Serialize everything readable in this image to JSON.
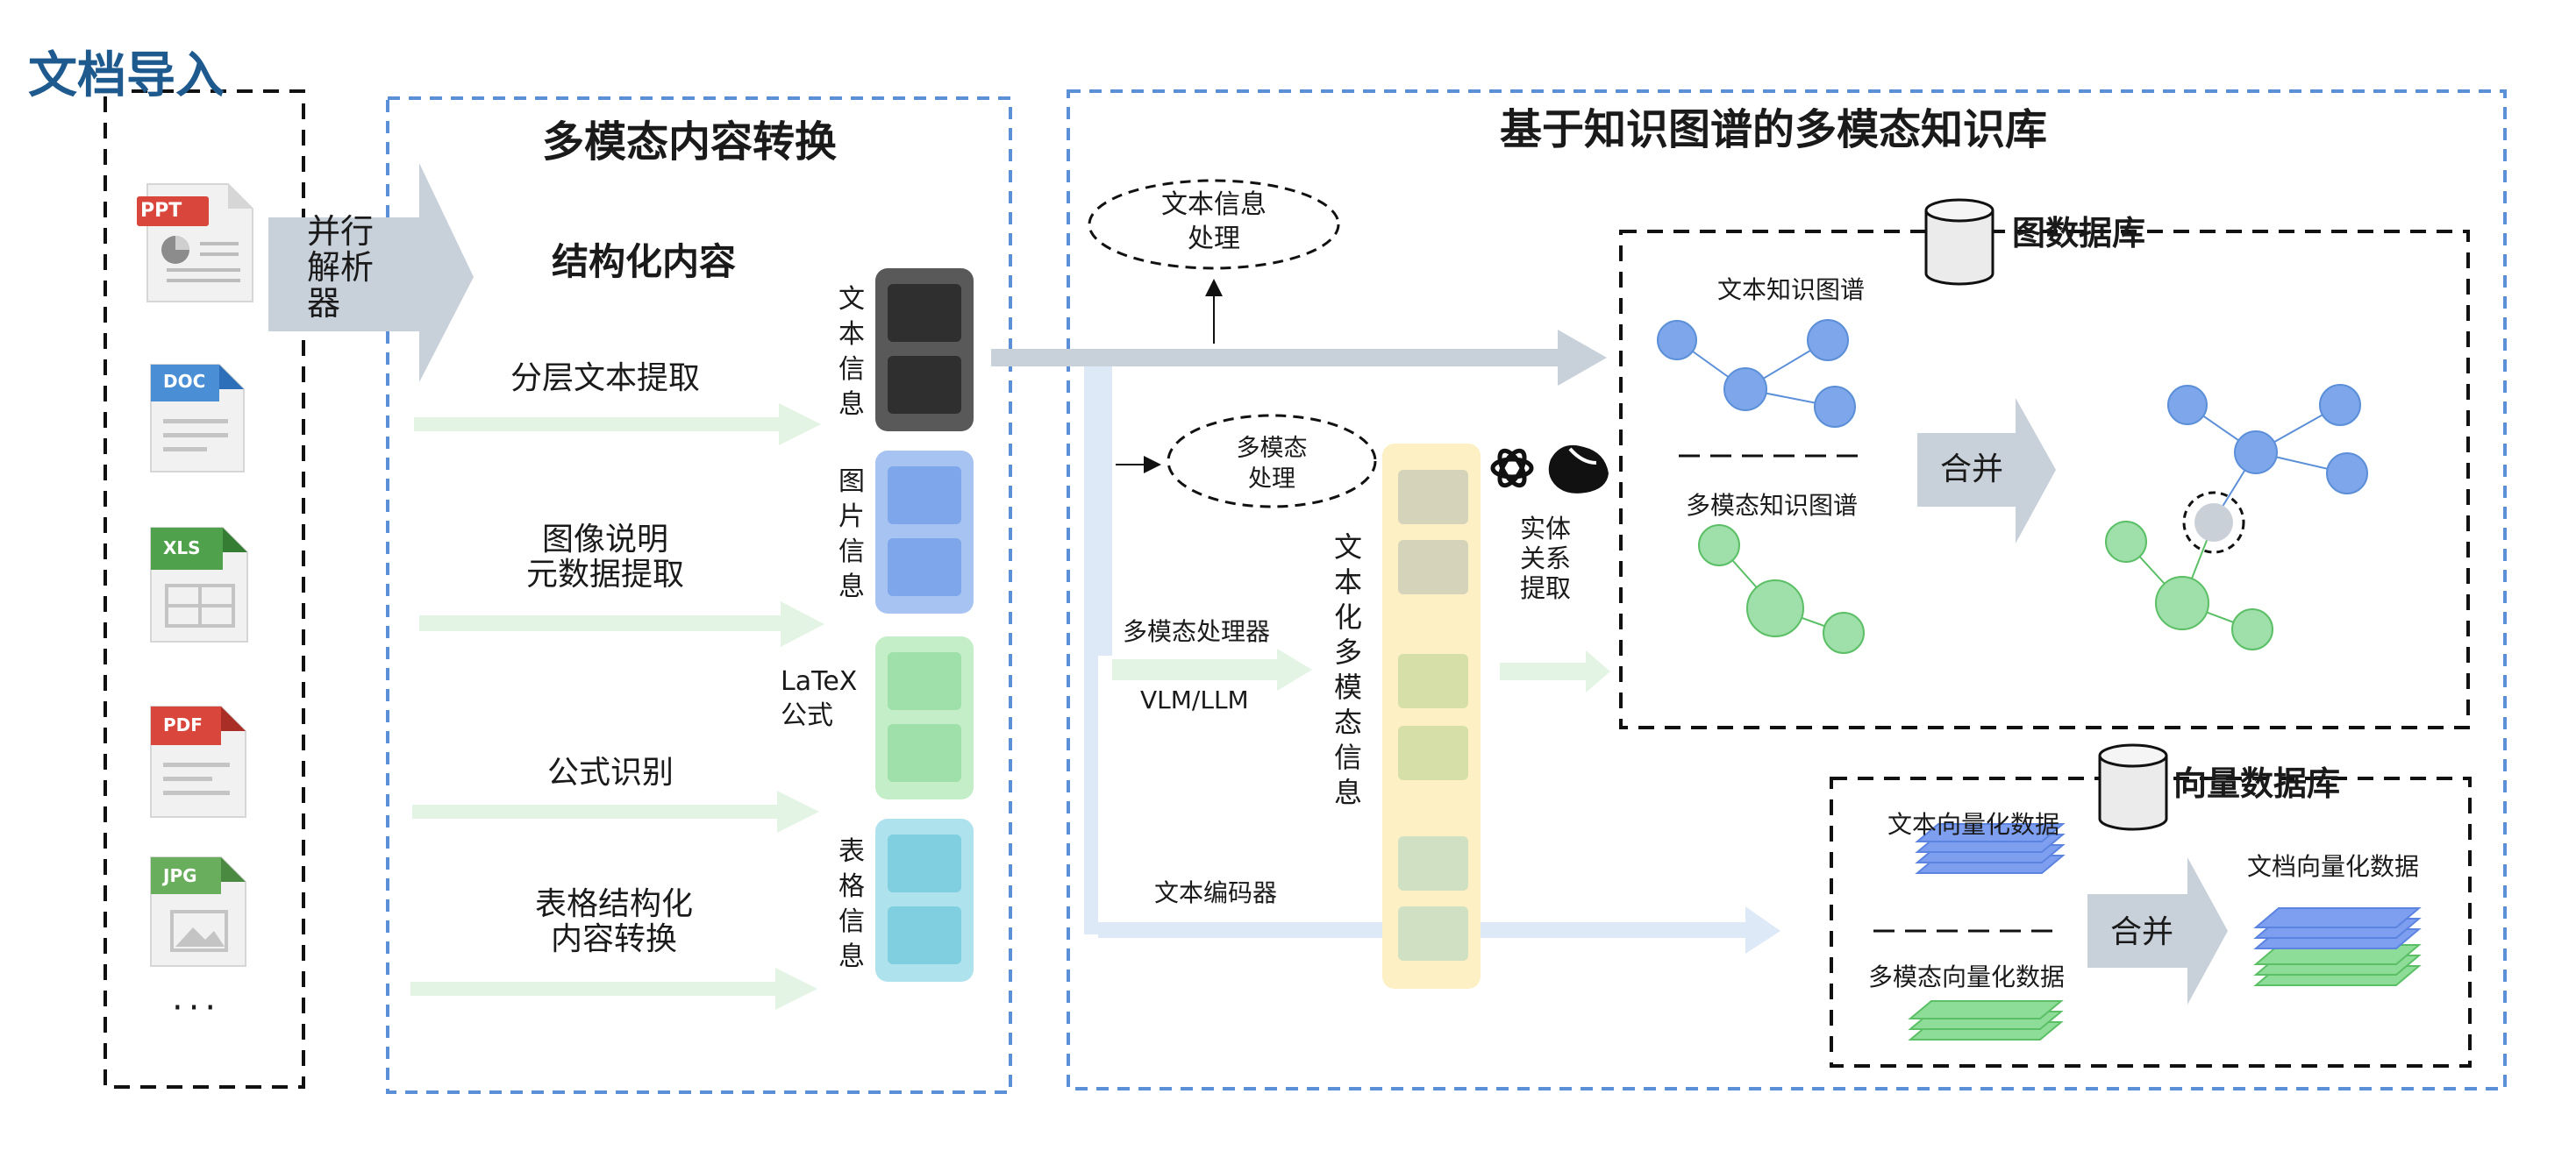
{
  "doc_import": {
    "title": "文档导入",
    "files": [
      {
        "badge": "PPT",
        "color": "#d9463b"
      },
      {
        "badge": "DOC",
        "color": "#4a8fd6"
      },
      {
        "badge": "XLS",
        "color": "#4fa14c"
      },
      {
        "badge": "PDF",
        "color": "#d9463b"
      },
      {
        "badge": "JPG",
        "color": "#68ae5d"
      }
    ],
    "more": "···",
    "parser_label": "并行\n解析\n器"
  },
  "conversion": {
    "title": "多模态内容转换",
    "subtitle": "结构化内容",
    "steps": [
      "分层文本提取",
      "图像说明\n元数据提取",
      "公式识别",
      "表格结构化\n内容转换"
    ],
    "types": [
      "文本信息",
      "图片信息",
      "LaTeX\n公式",
      "表格信息"
    ],
    "type_colors": [
      "#595959",
      "#7ea6ea",
      "#9fdfa9",
      "#7fcfe0"
    ]
  },
  "kb": {
    "title": "基于知识图谱的多模态知识库",
    "text_info": "文本信息\n处理",
    "mm_process": "多模态\n处理",
    "mm_processor": "多模态处理器",
    "vlm": "VLM/LLM",
    "text_encoder": "文本编码器",
    "textified": "文本化多模态信息",
    "entity_extraction": "实体\n关系\n提取",
    "graph_db": {
      "title": "图数据库",
      "text_kg": "文本知识图谱",
      "mm_kg": "多模态知识图谱",
      "merge": "合并"
    },
    "vector_db": {
      "title": "向量数据库",
      "text_vec": "文本向量化数据",
      "mm_vec": "多模态向量化数据",
      "merge": "合并",
      "doc_vec": "文档向量化数据"
    }
  }
}
